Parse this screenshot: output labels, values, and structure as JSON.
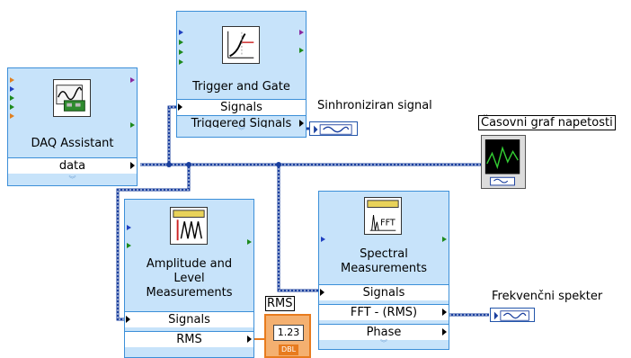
{
  "nodes": {
    "daq": {
      "title": "DAQ Assistant",
      "output": "data"
    },
    "trigger": {
      "title": "Trigger and Gate",
      "inputs": [
        "Signals",
        "Triggered Signals"
      ]
    },
    "amplitude": {
      "title": "Amplitude and Level Measurements",
      "inputs": [
        "Signals",
        "RMS"
      ]
    },
    "spectral": {
      "title": "Spectral Measurements",
      "inputs": [
        "Signals",
        "FFT - (RMS)",
        "Phase"
      ]
    }
  },
  "indicators": {
    "sync": {
      "label": "Sinhroniziran signal"
    },
    "graph": {
      "label": "Časovni graf napetosti"
    },
    "spectrum": {
      "label": "Frekvenčni spekter"
    },
    "rms": {
      "label": "RMS",
      "value": "1.23",
      "type": "DBL"
    }
  },
  "colors": {
    "wire": "#1a3f9e",
    "node_fill": "#c7e3fa",
    "node_border": "#3c8fd8",
    "numeric": "#e87b1e"
  }
}
